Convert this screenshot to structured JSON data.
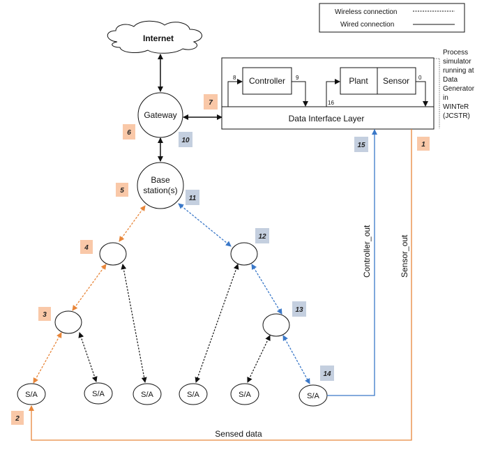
{
  "legend": {
    "wireless_label": "Wireless connection",
    "wired_label": "Wired connection"
  },
  "nodes": {
    "internet": "Internet",
    "gateway": "Gateway",
    "base_station_line1": "Base",
    "base_station_line2": "station(s)",
    "sensor_actuator": "S/A"
  },
  "simulator": {
    "controller": "Controller",
    "plant": "Plant",
    "sensor": "Sensor",
    "data_interface_layer": "Data Interface Layer",
    "description_lines": [
      "Process",
      "simulator",
      "running at",
      "Data",
      "Generator",
      "in",
      "WINTeR",
      "(JCSTR)"
    ],
    "port_8": "8",
    "port_9": "9",
    "port_16": "16",
    "port_0": "0"
  },
  "signals": {
    "controller_out": "Controller_out",
    "sensor_out": "Sensor_out",
    "sensed_data": "Sensed data"
  },
  "step_badges": {
    "orange": [
      "1",
      "2",
      "3",
      "4",
      "5",
      "6",
      "7"
    ],
    "blue": [
      "10",
      "11",
      "12",
      "13",
      "14",
      "15"
    ]
  },
  "colors": {
    "orange_path": "#e8863a",
    "blue_path": "#3a78c8",
    "orange_badge": "#f9c8a8",
    "blue_badge": "#c4cfdf"
  }
}
